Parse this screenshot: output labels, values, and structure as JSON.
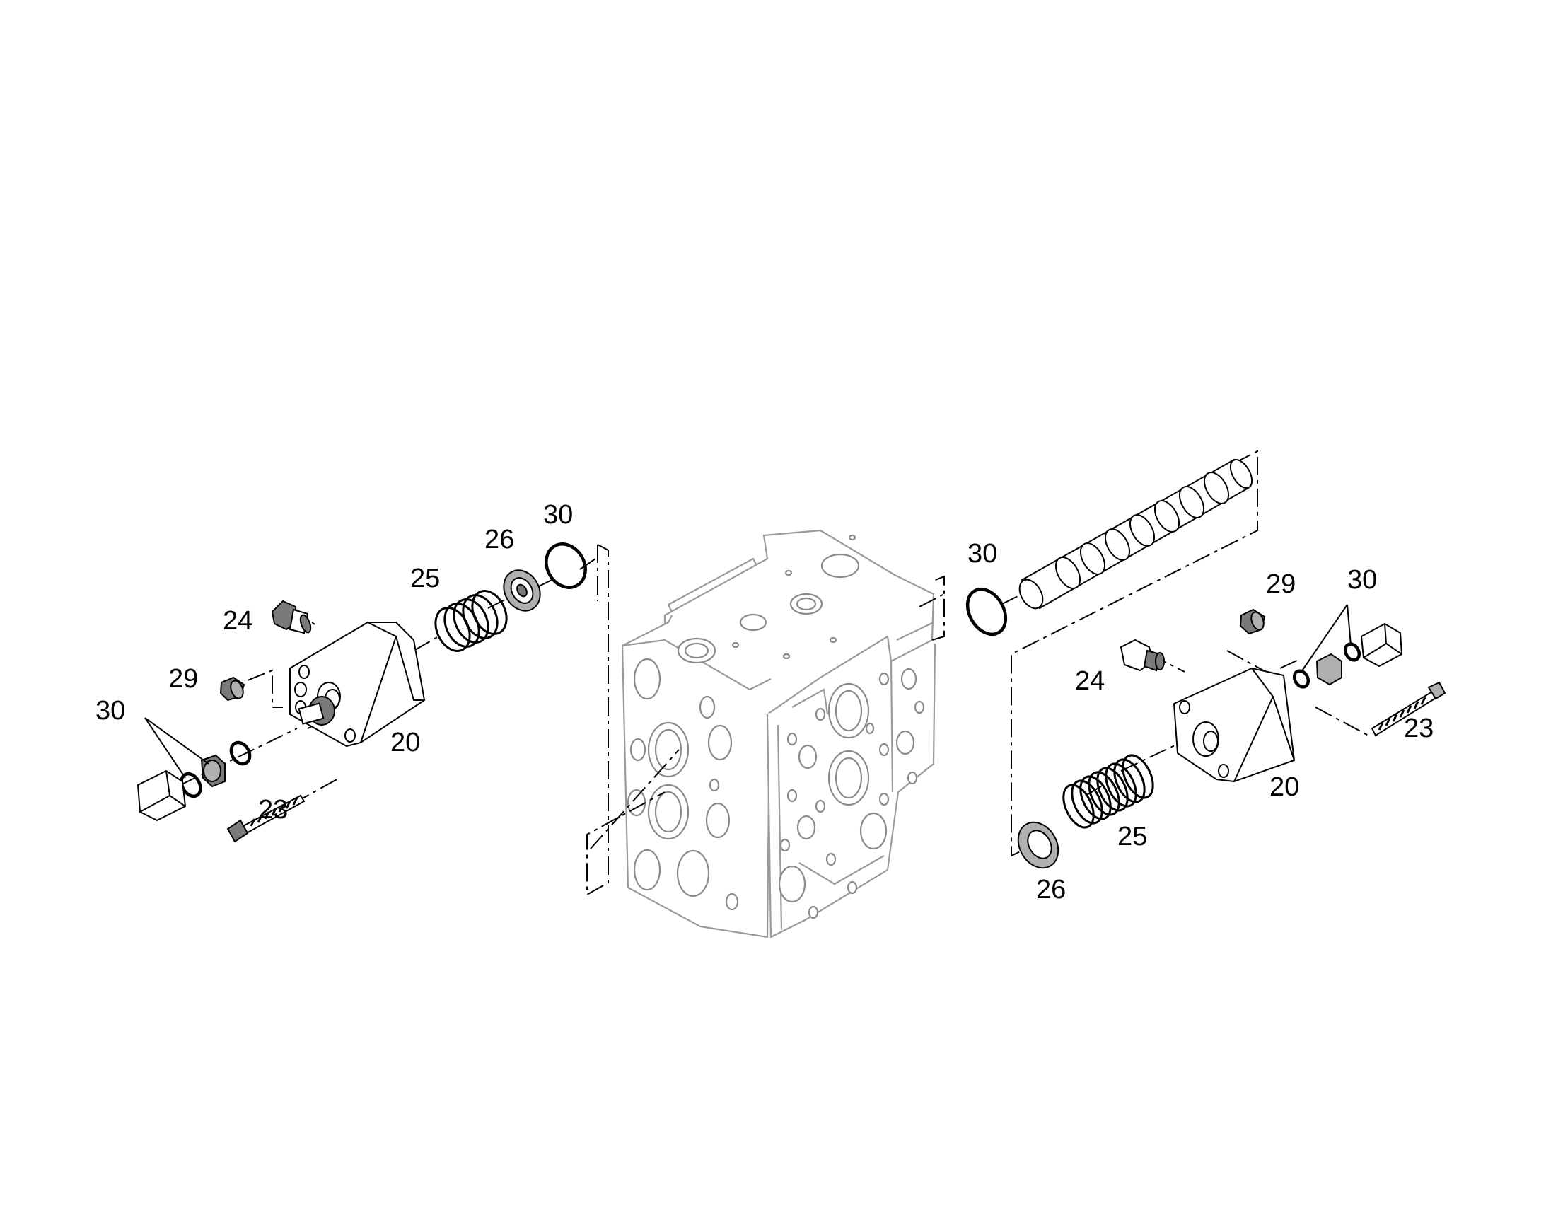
{
  "labels": {
    "left": {
      "l30_ring": "30",
      "l26": "26",
      "l25": "25",
      "l24": "24",
      "l29": "29",
      "l30_cap": "30",
      "l20": "20",
      "l23": "23"
    },
    "right": {
      "r30_ring": "30",
      "r29": "29",
      "r30_cap": "30",
      "r24": "24",
      "r23": "23",
      "r20": "20",
      "r25": "25",
      "r26": "26"
    }
  }
}
